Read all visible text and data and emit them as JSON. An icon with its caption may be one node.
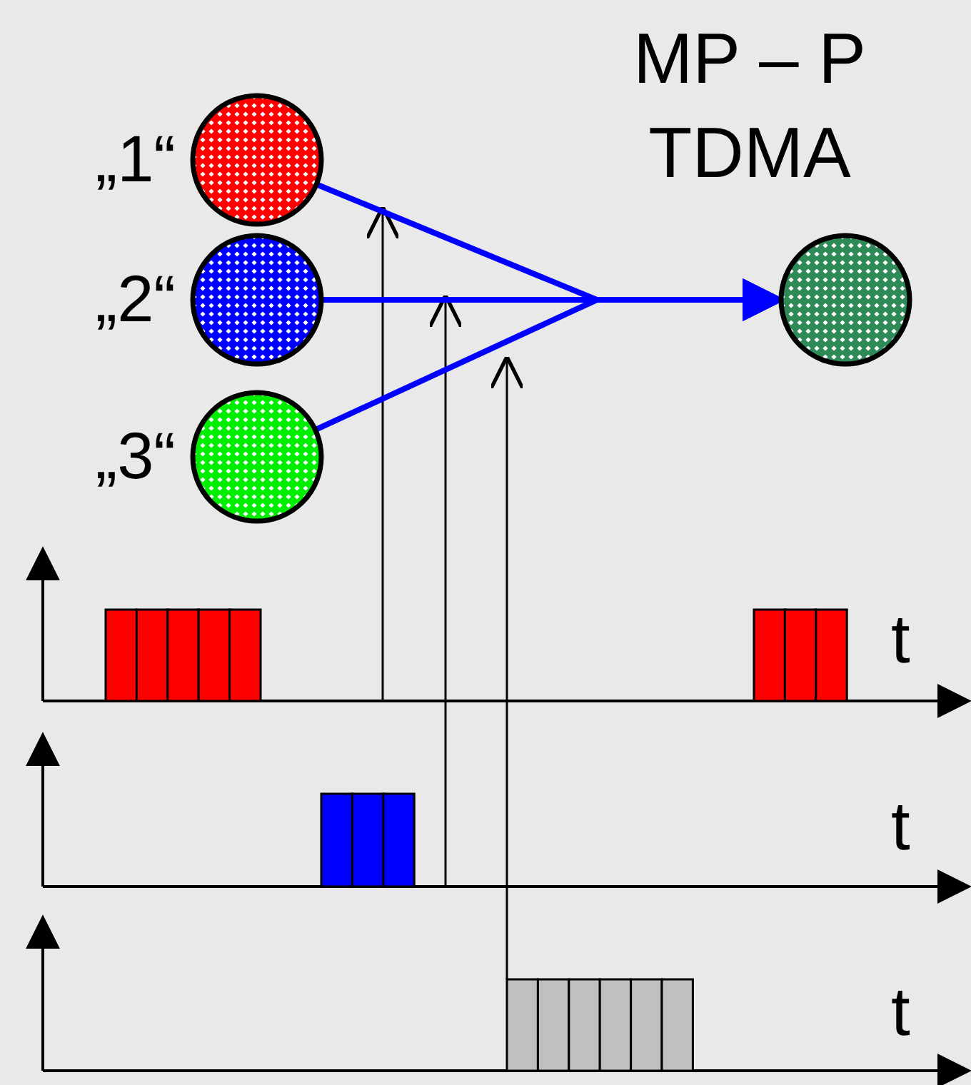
{
  "diagram": {
    "title": "MP – P TDMA",
    "nodes": [
      {
        "text": [],
        "shape": "circle",
        "beside": [
          "„1“"
        ]
      },
      {
        "text": [],
        "shape": "circle",
        "beside": [
          "„2“"
        ]
      },
      {
        "text": [],
        "shape": "circle",
        "beside": [
          "„3“"
        ]
      },
      {
        "text": [],
        "shape": "circle"
      }
    ],
    "edges": [
      {
        "from": 0,
        "to": 3,
        "arrow": "to"
      },
      {
        "from": 1,
        "to": 3,
        "arrow": "to"
      },
      {
        "from": 2,
        "to": 3,
        "arrow": "to"
      }
    ],
    "labels": [
      "t",
      "t",
      "t"
    ]
  }
}
